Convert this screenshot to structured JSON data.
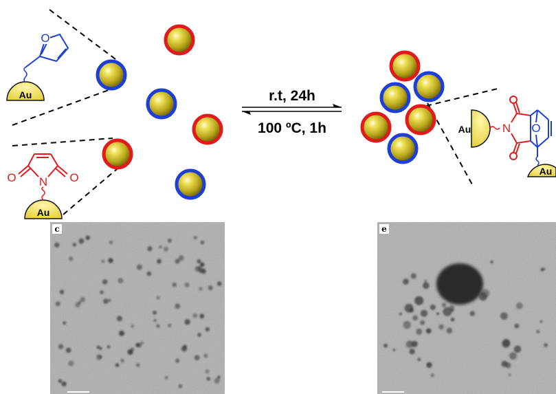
{
  "reaction": {
    "forward_condition": "r.t, 24h",
    "reverse_condition": "100 ºC, 1h"
  },
  "ligands": {
    "furan_support_label": "Au",
    "furan_heteroatom": "O",
    "maleimide_support_label": "Au",
    "maleimide_nitrogen": "N",
    "maleimide_oxygen_left": "O",
    "maleimide_oxygen_right": "O",
    "adduct_left_support_label": "Au",
    "adduct_right_support_label": "Au",
    "adduct_nitrogen": "N",
    "adduct_bridge_oxygen": "O"
  },
  "tem_panels": [
    {
      "letter": "c",
      "description_state": "dispersed"
    },
    {
      "letter": "e",
      "description_state": "aggregated"
    }
  ],
  "colors": {
    "furan_shell": "#1d3fd6",
    "maleimide_shell": "#e01b1b",
    "gold_core": "#cfc02a",
    "arrow": "#000000"
  }
}
